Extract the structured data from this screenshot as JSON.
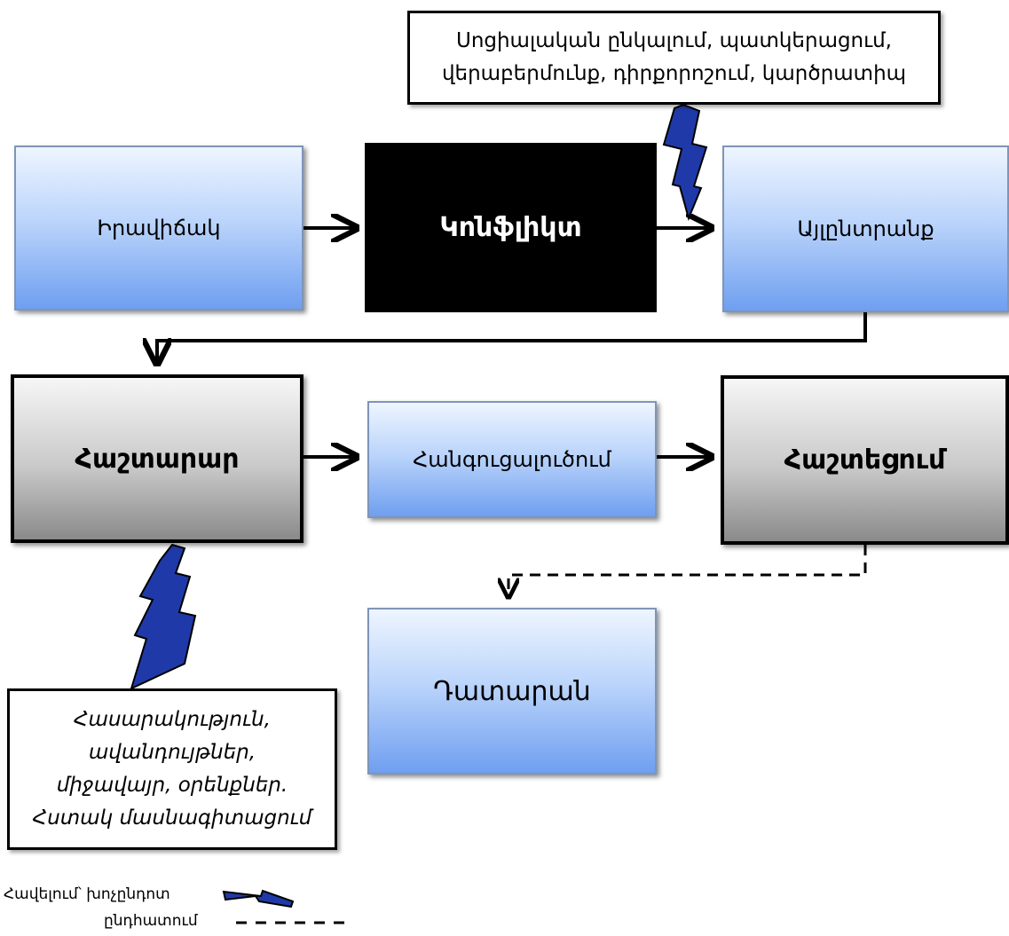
{
  "nodes": {
    "situation": "Իրավիճակ",
    "conflict": "Կոնֆլիկտ",
    "alternatives": "Այլընտրանք",
    "agreement": "Հաշտարար",
    "reconciliation": "Հանգուցալուծում",
    "peace": "Հաշտեցում",
    "court": "Դատարան"
  },
  "notes": {
    "top": [
      "Սոցիալական ընկալում, պատկերացում,",
      "վերաբերմունք, դիրքորոշում, կարծրատիպ"
    ],
    "bottom": [
      "Հասարակություն,",
      "ավանդույթներ,",
      "միջավայր, օրենքներ.",
      "Հստակ մասնագիտացում"
    ]
  },
  "legend": {
    "influence_label": "Հավելում՝ խոչընդոտ",
    "interruption_label": "ընդհատում"
  },
  "colors": {
    "bolt": "#1f3aa8",
    "blue_box_top": "#eef5ff",
    "blue_box_bottom": "#6f9ff0",
    "gray_box_top": "#f6f6f6",
    "gray_box_bottom": "#8a8a8a",
    "conflict_box": "#000000"
  },
  "icons": {
    "bolt": "lightning-bolt-icon",
    "arrow": "arrow-right-icon",
    "dashed": "dashed-line-icon"
  }
}
